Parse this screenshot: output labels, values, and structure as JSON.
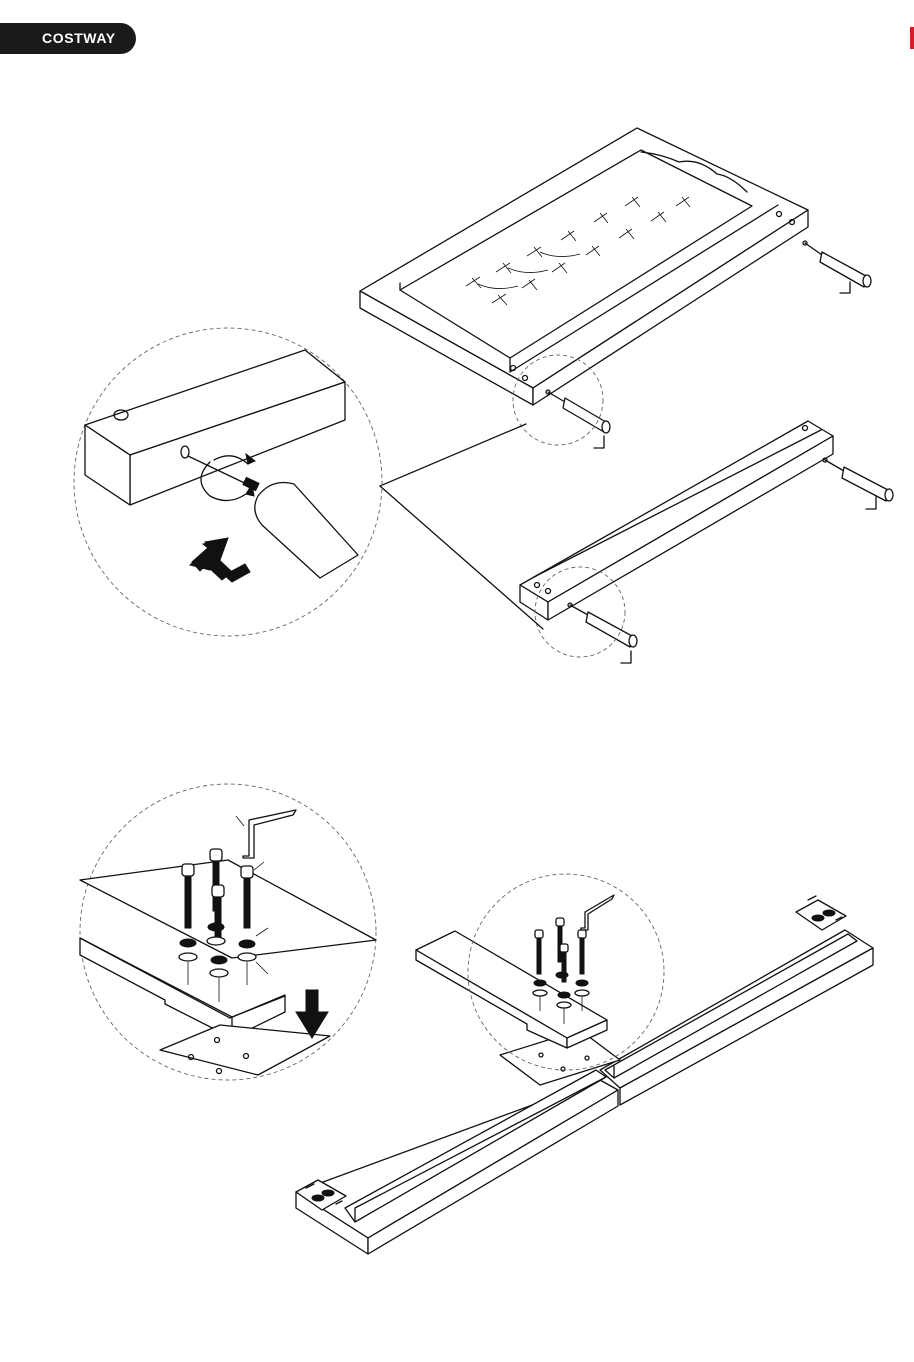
{
  "header": {
    "brand": "COSTWAY",
    "accent_color": "#d21e2b",
    "brand_bg": "#1a1a1a"
  },
  "figures": {
    "top": {
      "parts": [
        "headboard-frame",
        "bottom-rail",
        "tapered-leg",
        "leg-detail-callout",
        "insert-arrow-icon",
        "rotate-icon"
      ]
    },
    "bottom": {
      "parts": [
        "bolt-detail-callout",
        "hex-key-icon",
        "bolts",
        "washers",
        "down-arrow-icon",
        "side-rails",
        "corner-brackets"
      ]
    }
  }
}
